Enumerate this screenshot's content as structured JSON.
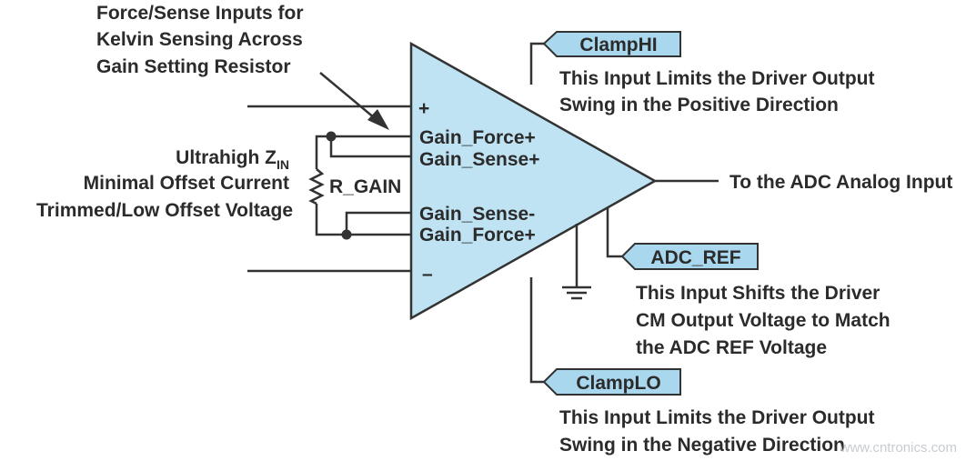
{
  "annotation_top": [
    "Force/Sense Inputs for",
    "Kelvin Sensing Across",
    "Gain Setting Resistor"
  ],
  "left_labels": {
    "line1_main": "Ultrahigh Z",
    "line1_sub": "IN",
    "line2": "Minimal Offset Current",
    "line3": "Trimmed/Low Offset Voltage"
  },
  "resistor_label": "R_GAIN",
  "pins": {
    "plus": "+",
    "minus": "–",
    "gain_force_plus": "Gain_Force+",
    "gain_sense_plus": "Gain_Sense+",
    "gain_sense_minus": "Gain_Sense-",
    "gain_force_minus": "Gain_Force+"
  },
  "output_label": "To the ADC Analog Input",
  "tags": {
    "clamp_hi": "ClampHI",
    "adc_ref": "ADC_REF",
    "clamp_lo": "ClampLO"
  },
  "descriptions": {
    "clamp_hi": [
      "This Input Limits the Driver Output",
      "Swing in the Positive Direction"
    ],
    "adc_ref": [
      "This Input Shifts the Driver",
      "CM Output Voltage to Match",
      "the ADC REF Voltage"
    ],
    "clamp_lo": [
      "This Input Limits the Driver Output",
      "Swing in the Negative Direction"
    ]
  },
  "watermark": "www.cntronics.com",
  "colors": {
    "amp_fill": "#bfe3f3",
    "tag_fill": "#a9d7ee",
    "stroke": "#333333",
    "text": "#2b2b2b",
    "watermark": "#c8ccd0"
  }
}
